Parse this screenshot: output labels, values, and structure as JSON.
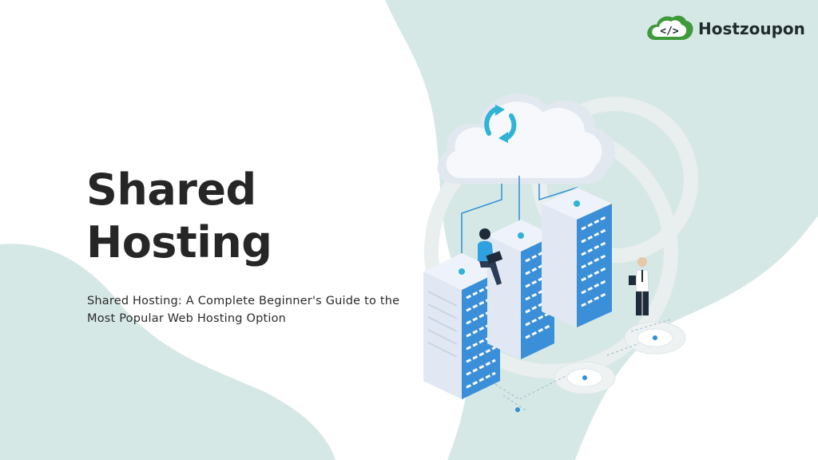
{
  "brand": {
    "name": "Hostzoupon",
    "icon": "cloud-code-icon",
    "colors": {
      "green": "#3f9a3b",
      "dark": "#1f2b2b"
    }
  },
  "hero": {
    "title_line1": "Shared",
    "title_line2": "Hosting",
    "subtitle": "Shared Hosting: A Complete Beginner's Guide to the Most Popular Web Hosting Option"
  },
  "illustration": {
    "icon": "server-cloud-illustration",
    "elements": [
      "cloud-sync-icon",
      "server-rack-icon",
      "person-with-laptop-icon",
      "person-with-tablet-icon"
    ]
  },
  "colors": {
    "background": "#ffffff",
    "blob": "#d6e8e6",
    "accent_blue": "#2f8fd6",
    "title": "#262626"
  }
}
